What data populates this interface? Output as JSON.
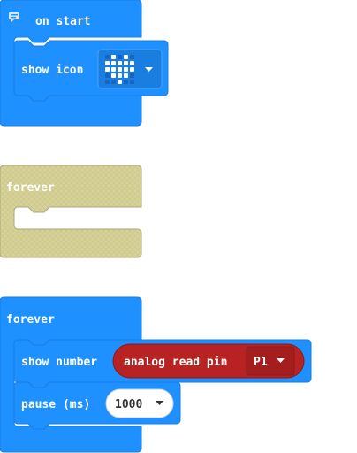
{
  "on_start": {
    "hat_label": "on start",
    "comment_icon": "comment-icon",
    "show_icon_label": "show icon",
    "icon_selection": "heart"
  },
  "forever_disabled": {
    "label": "forever"
  },
  "forever_active": {
    "label": "forever",
    "show_number_label": "show number",
    "analog_label": "analog read pin",
    "pin_value": "P1",
    "pause_label": "pause (ms)",
    "pause_value": "1000"
  },
  "colors": {
    "basic_blue": "#1e90ff",
    "basic_border": "#1a7ee0",
    "disabled_fill": "#d8d48c",
    "disabled_border": "#a8a878",
    "pins_red": "#b82222",
    "pins_dark": "#8c1919"
  }
}
